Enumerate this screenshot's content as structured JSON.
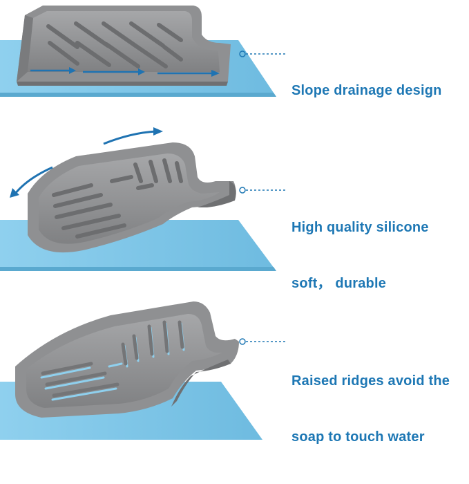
{
  "theme": {
    "text_color": "#1d77b4",
    "mat_color": "#7ec5e6",
    "mat_edge": "#5aa9cf",
    "tray_color": "#8f9092",
    "tray_dark": "#6f7072",
    "tray_light": "#b3b4b6",
    "arrow_color": "#1f73b2"
  },
  "panels": [
    {
      "lines": [
        "Slope drainage design"
      ]
    },
    {
      "lines": [
        "High quality silicone",
        "soft， durable"
      ]
    },
    {
      "lines": [
        "Raised ridges avoid the",
        "soap to touch water"
      ]
    }
  ]
}
